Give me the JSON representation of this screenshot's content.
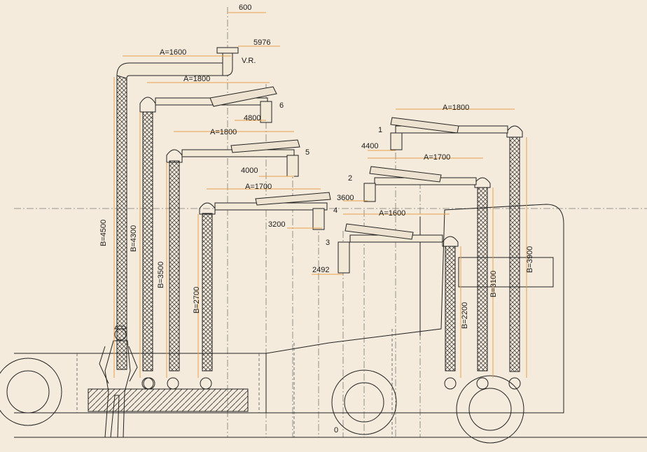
{
  "top_labels": {
    "width600": "600",
    "height5976": "5976",
    "vr": "V.R."
  },
  "arms_left": [
    {
      "a": "A=1600",
      "b": "B=4500"
    },
    {
      "a": "A=1800",
      "b": "B=4300",
      "h": "4800",
      "num": "6"
    },
    {
      "a": "A=1800",
      "b": "B=3500",
      "h": "4000",
      "num": "5"
    },
    {
      "a": "A=1700",
      "b": "B=2700",
      "h": "3200",
      "num": "4"
    }
  ],
  "arms_right": [
    {
      "a": "A=1800",
      "b": "B=3900",
      "h": "4400",
      "num": "1"
    },
    {
      "a": "A=1700",
      "b": "B=3100",
      "h": "3600",
      "num": "2"
    },
    {
      "a": "A=1600",
      "b": "B=2200",
      "h": "2492",
      "num": "3"
    }
  ],
  "ground_label": "0",
  "colors": {
    "background": "#f4ebdc",
    "dimension": "#e8a04a",
    "line": "#222222"
  }
}
